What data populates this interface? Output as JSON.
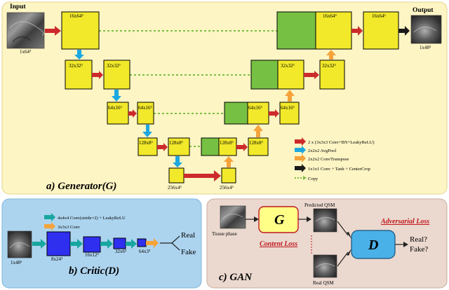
{
  "colors": {
    "generator_bg": "#fdf5c4",
    "critic_bg": "#add4ef",
    "gan_bg": "#ebd9cf",
    "block_yellow": "#f2e92a",
    "block_green": "#76c043",
    "arrow_conv": "#cc2b2b",
    "arrow_pool": "#1ba8e0",
    "arrow_transpose": "#f5a33a",
    "arrow_final": "#1b1b1b",
    "skip_copy": "#7bc043",
    "critic_conv": "#18a6a0",
    "critic_blue": "#2f2ff0",
    "g_box": "#ffff88",
    "d_box": "#49b1e8",
    "loss_text": "#c0181f"
  },
  "generator": {
    "input_label": "Input",
    "input_size": "1x64³",
    "output_label": "Output",
    "output_size": "1x48³",
    "blocks": {
      "e1": "16x64³",
      "e2a": "32x32³",
      "e2b": "32x32³",
      "e3a": "64x16³",
      "e3b": "64x16³",
      "e4a": "128x8³",
      "e4b": "128x8³",
      "b1": "256x4³",
      "b2": "256x4³",
      "d4": "128x8³",
      "d4u": "128x8³",
      "d3": "64x16³",
      "d3u": "64x16³",
      "d2": "32x32³",
      "d2u": "32x32³",
      "d1": "16x64³",
      "d1o": "16x64³"
    },
    "legend": [
      {
        "label": "2 x (3x3x3 Conv+BN+LeakyReLU)",
        "color": "#cc2b2b"
      },
      {
        "label": "2x2x2 AvgPool",
        "color": "#1ba8e0"
      },
      {
        "label": "2x2x2 ConvTranspose",
        "color": "#f5a33a"
      },
      {
        "label": "1x1x1 Conv + Tanh + CenterCrop",
        "color": "#1b1b1b"
      },
      {
        "label": "Copy",
        "color": "#7bc043"
      }
    ],
    "caption": "a) Generator(G)"
  },
  "critic": {
    "legend": [
      {
        "label": "4x4x4 Conv(stride=2) + LeakyReLU",
        "color": "#18a6a0"
      },
      {
        "label": "3x3x3 Conv",
        "color": "#f5a33a"
      }
    ],
    "input_size": "1x48³",
    "blocks": [
      "8x24³",
      "16x12³",
      "32x6³",
      "64x3³"
    ],
    "outputs": [
      "Real",
      "Fake"
    ],
    "caption": "b) Critic(D)"
  },
  "gan": {
    "tissue_label": "Tissue phase",
    "g_label": "G",
    "predicted_label": "Predicted QSM",
    "real_label": "Real QSM",
    "d_label": "D",
    "adversarial_loss": "Adversarial Loss",
    "content_loss": "Content Loss",
    "question_real": "Real?",
    "question_fake": "Fake?",
    "caption": "c) GAN"
  }
}
